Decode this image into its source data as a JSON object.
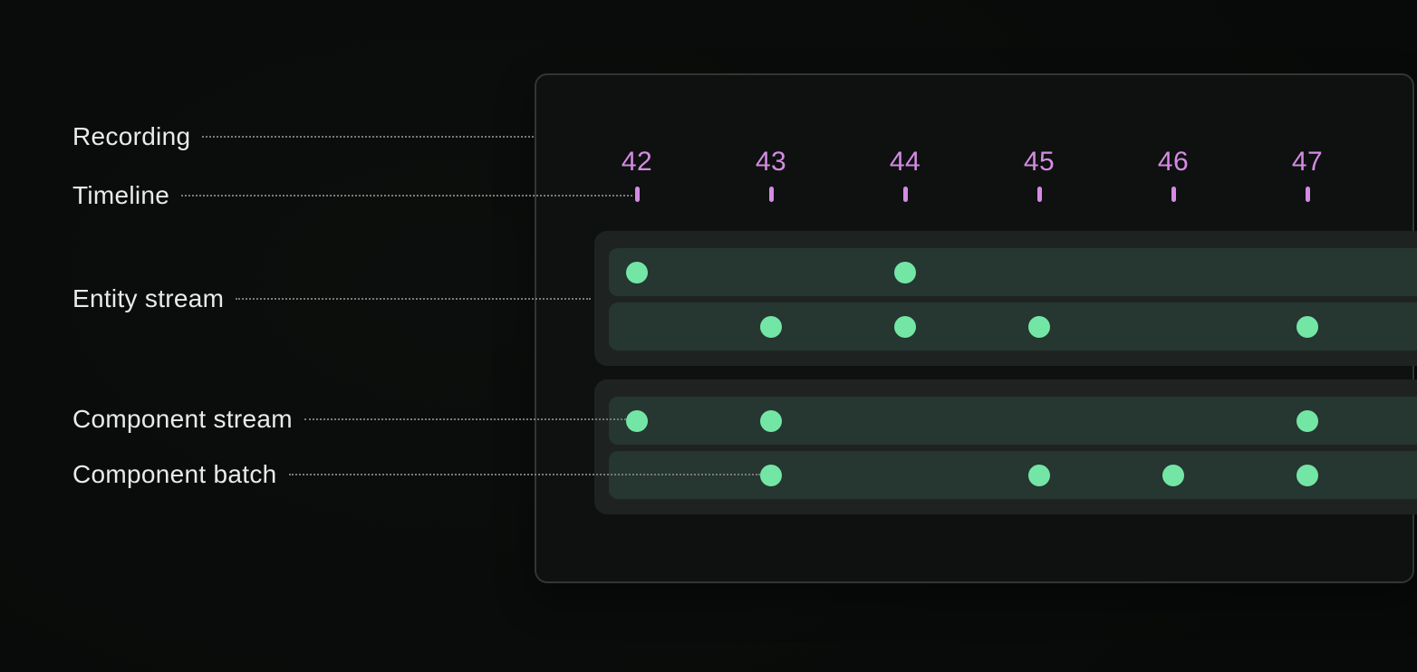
{
  "diagram": {
    "labels": {
      "recording": "Recording",
      "timeline": "Timeline",
      "entity_stream": "Entity stream",
      "component_stream": "Component stream",
      "component_batch": "Component batch"
    },
    "timeline": {
      "tick_values": [
        "42",
        "43",
        "44",
        "45",
        "46",
        "47"
      ]
    },
    "recording": {
      "entity_streams": [
        {
          "component_streams": [
            {
              "batches_at": [
                "42",
                "44"
              ]
            },
            {
              "batches_at": [
                "43",
                "44",
                "45",
                "47"
              ]
            }
          ]
        },
        {
          "component_streams": [
            {
              "batches_at": [
                "42",
                "43",
                "47"
              ]
            },
            {
              "batches_at": [
                "43",
                "45",
                "46",
                "47"
              ]
            }
          ]
        }
      ]
    },
    "colors": {
      "timeline_accent": "#d58be4",
      "batch_dot": "#73e6a6",
      "stream_row_bg": "#263630",
      "entity_group_bg": "#1e2322",
      "panel_bg": "#0e1110",
      "page_bg": "#0a0c0b",
      "label_text": "#e9eaea",
      "leader_dots": "#7a7a7a"
    }
  }
}
